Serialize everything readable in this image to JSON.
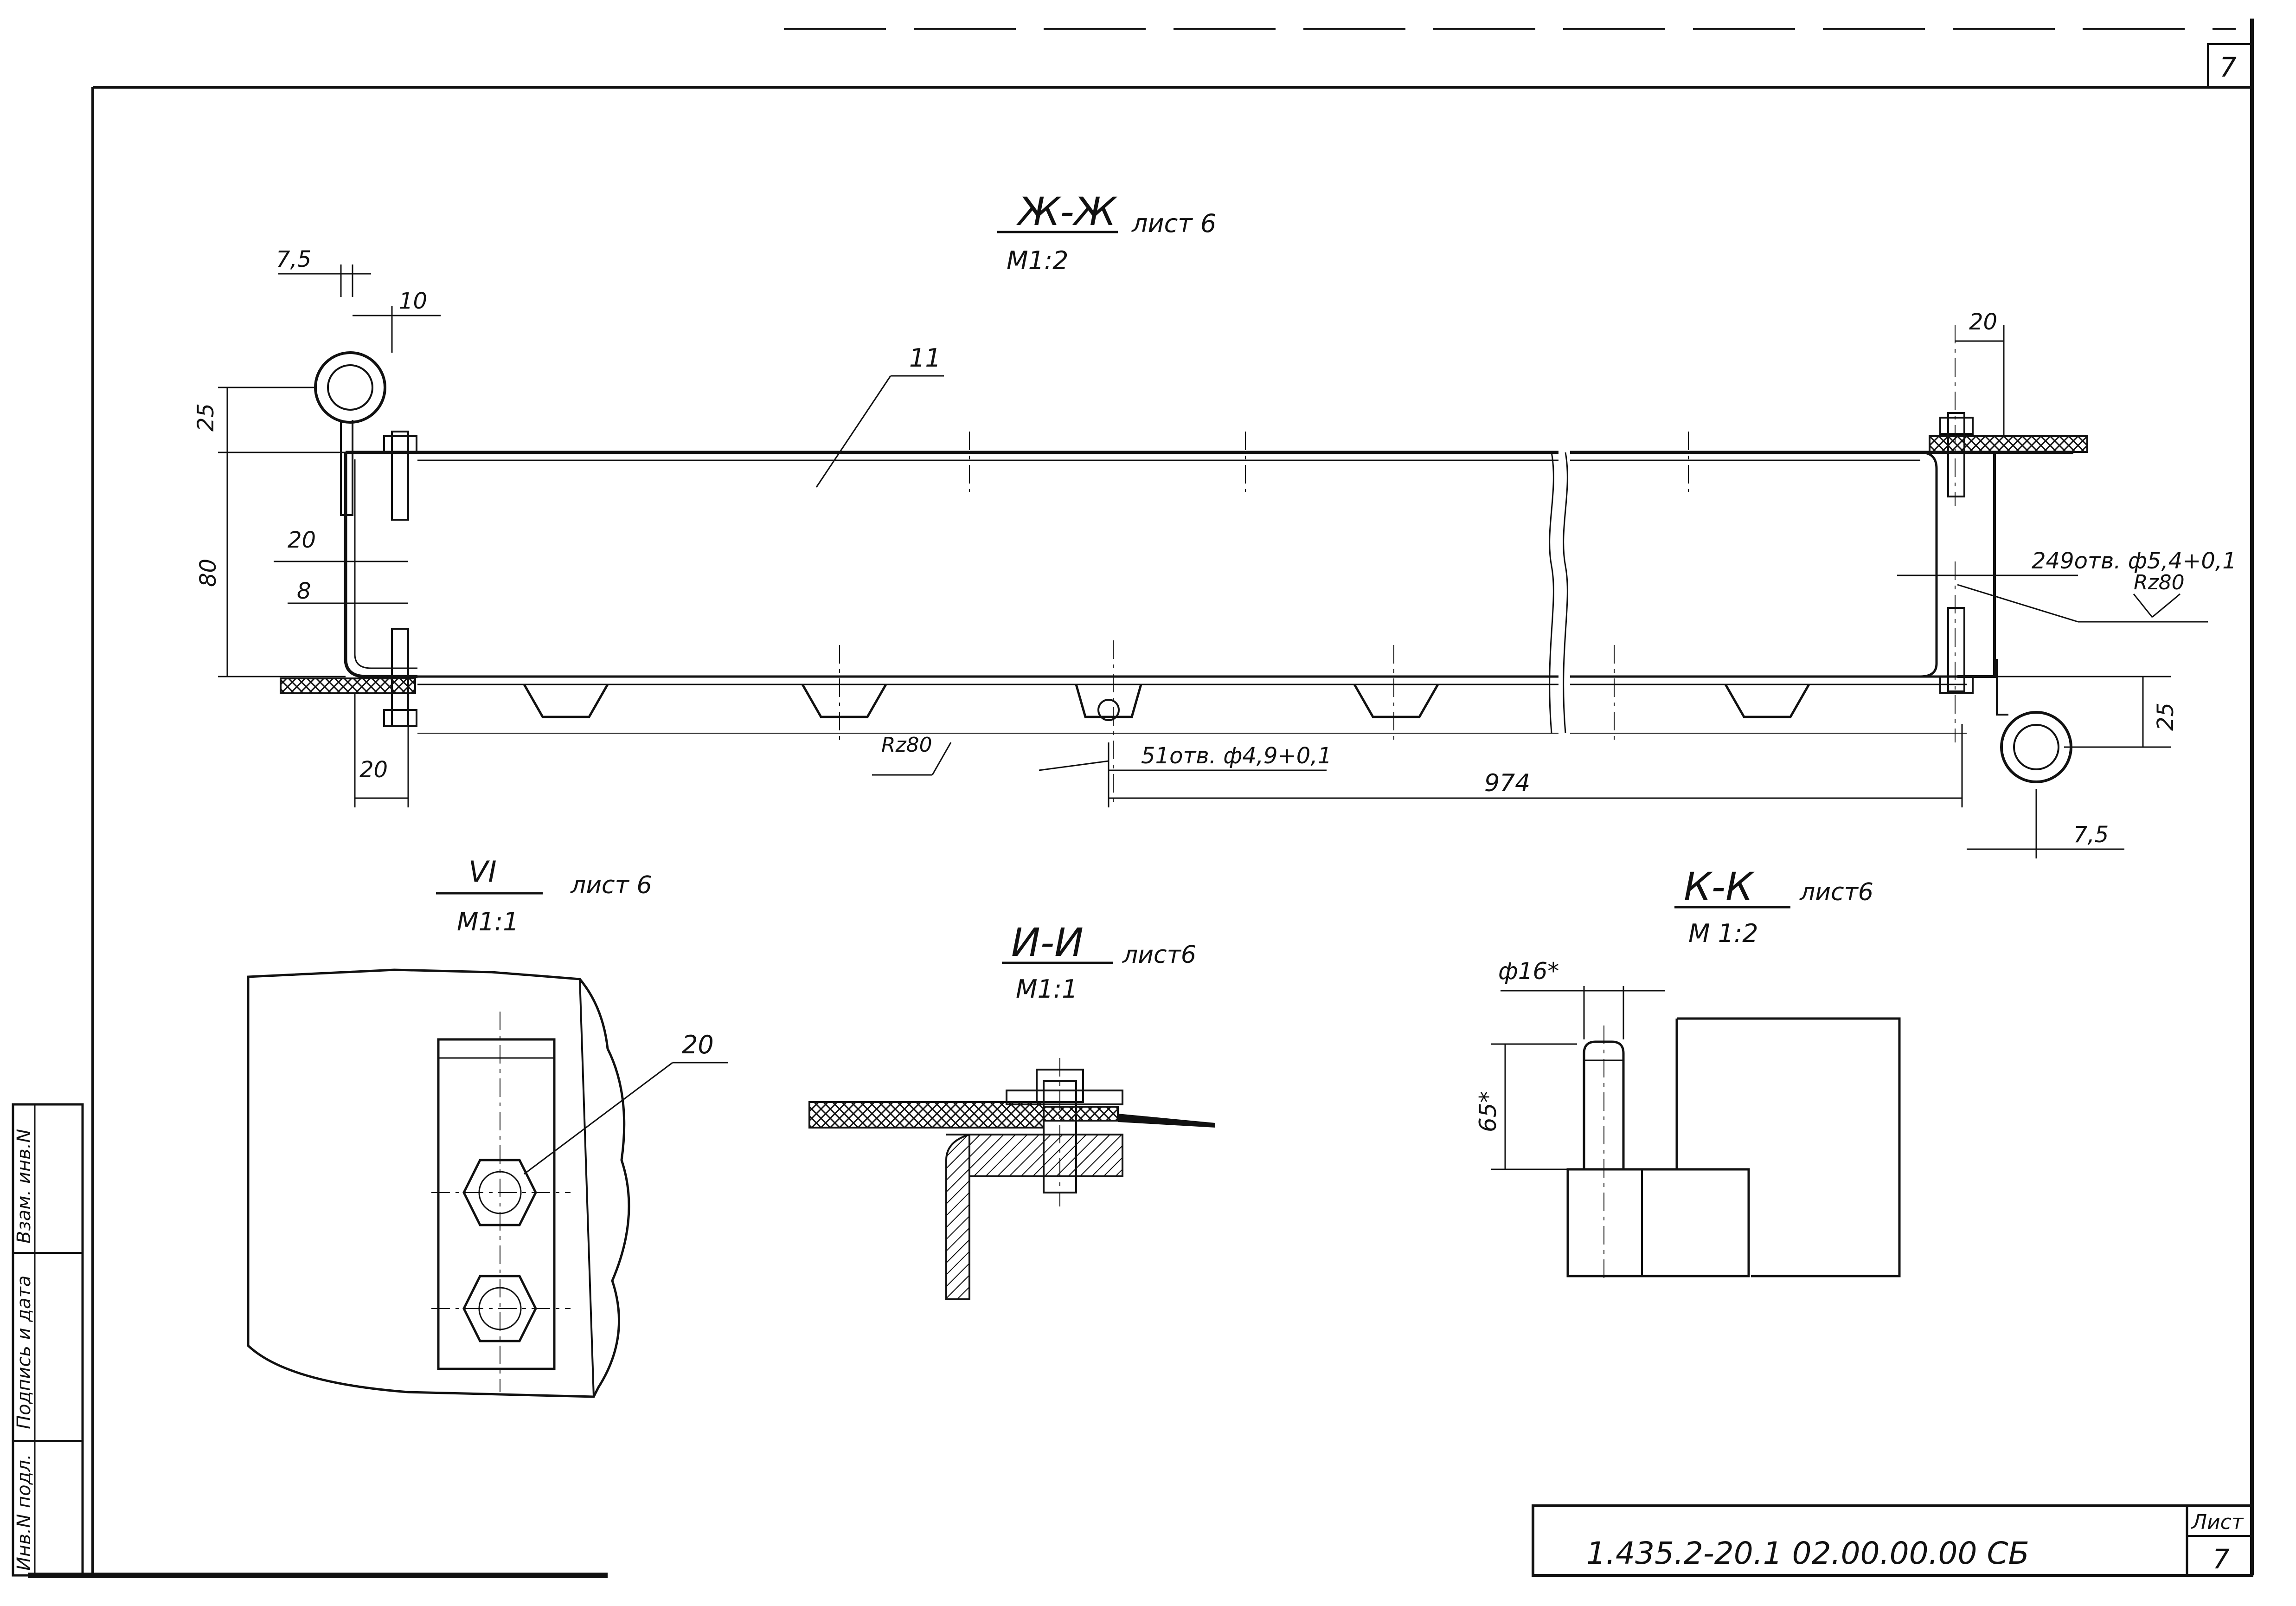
{
  "sheet_corner_number": "7",
  "section_zh": {
    "title": "Ж-Ж",
    "sheet_ref": "лист 6",
    "scale": "М1:2",
    "dims": [
      "7,5",
      "10",
      "25",
      "80",
      "20",
      "8",
      "20",
      "20",
      "25",
      "7,5",
      "974"
    ],
    "callout_item": "11",
    "holes_bottom": "51отв. ф4,9+0,1",
    "holes_right": "249отв. ф5,4+0,1",
    "roughness_bottom": "Rz80",
    "roughness_right": "Rz80"
  },
  "view_vi": {
    "title": "VI",
    "sheet_ref": "лист 6",
    "scale": "М1:1",
    "callout_item": "20"
  },
  "section_ii": {
    "title": "И-И",
    "sheet_ref": "лист6",
    "scale": "М1:1"
  },
  "section_kk": {
    "title": "К-К",
    "sheet_ref": "лист6",
    "scale": "М 1:2",
    "dim_diameter": "ф16*",
    "dim_height": "65*"
  },
  "side_stamp": [
    "Инв.N подл.",
    "Подпись и дата",
    "Взам. инв.N"
  ],
  "title_block": {
    "doc_number": "1.435.2-20.1  02.00.00.00 СБ",
    "sheet_label": "Лист",
    "sheet_number": "7"
  }
}
